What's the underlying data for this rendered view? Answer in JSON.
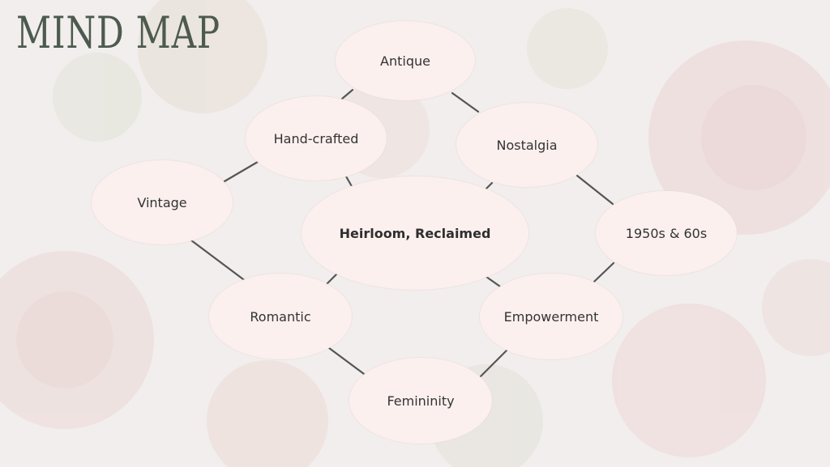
{
  "title": "MIND MAP",
  "colors": {
    "node_fill": "#fbf0ee",
    "connector": "#555555",
    "title_text": "#4d5a4e",
    "background": "#f1eeed"
  },
  "nodes": {
    "antique": "Antique",
    "hand_crafted": "Hand-crafted",
    "nostalgia": "Nostalgia",
    "vintage": "Vintage",
    "center": "Heirloom, Reclaimed",
    "decade": "1950s & 60s",
    "romantic": "Romantic",
    "empowerment": "Empowerment",
    "femininity": "Femininity"
  }
}
